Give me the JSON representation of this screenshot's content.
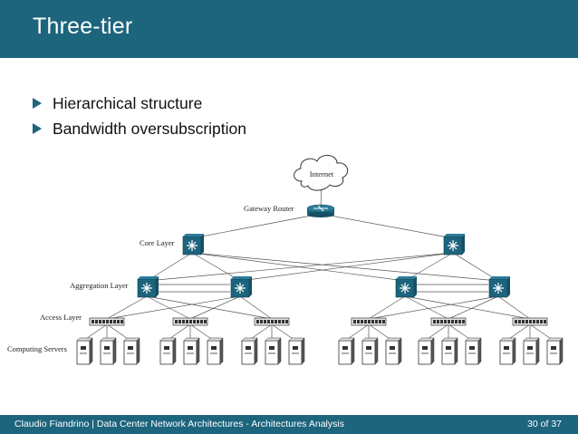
{
  "slide": {
    "title": "Three-tier",
    "bullets": [
      "Hierarchical structure",
      "Bandwidth oversubscription"
    ]
  },
  "diagram": {
    "cloud_label": "Internet",
    "labels": {
      "gateway": "Gateway Router",
      "core": "Core Layer",
      "aggregation": "Aggregation Layer",
      "access": "Access Layer",
      "computing": "Computing Servers"
    },
    "core_switch_count": 2,
    "aggregation_switch_count": 4,
    "access_switch_count": 6,
    "servers_per_access_switch": 3
  },
  "footer": {
    "text": "Claudio Fiandrino | Data Center Network Architectures - Architectures Analysis",
    "page": "30 of 37"
  },
  "colors": {
    "theme": "#1d647d",
    "switch": "#1d647d",
    "link": "#555555"
  }
}
